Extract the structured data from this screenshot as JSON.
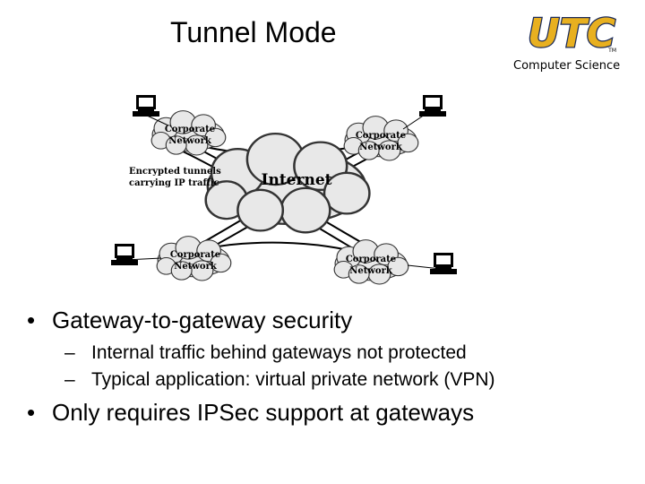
{
  "slide": {
    "title": "Tunnel Mode",
    "logo_text": "UTC",
    "logo_tm": "TM",
    "department": "Computer Science"
  },
  "diagram": {
    "internet_label": "Internet",
    "network_label_line1": "Corporate",
    "network_label_line2": "Network",
    "tunnel_label_line1": "Encrypted tunnels",
    "tunnel_label_line2": "carrying IP traffic"
  },
  "bullets": [
    {
      "text": "Gateway-to-gateway security",
      "sub": [
        "Internal traffic behind gateways not protected",
        "Typical application: virtual private network (VPN)"
      ]
    },
    {
      "text": "Only requires IPSec support at gateways",
      "sub": []
    }
  ],
  "colors": {
    "logo_gold": "#e8b020",
    "logo_navy": "#1a2a5a",
    "cloud_fill": "#e8e8e8",
    "cloud_stroke": "#333333"
  }
}
